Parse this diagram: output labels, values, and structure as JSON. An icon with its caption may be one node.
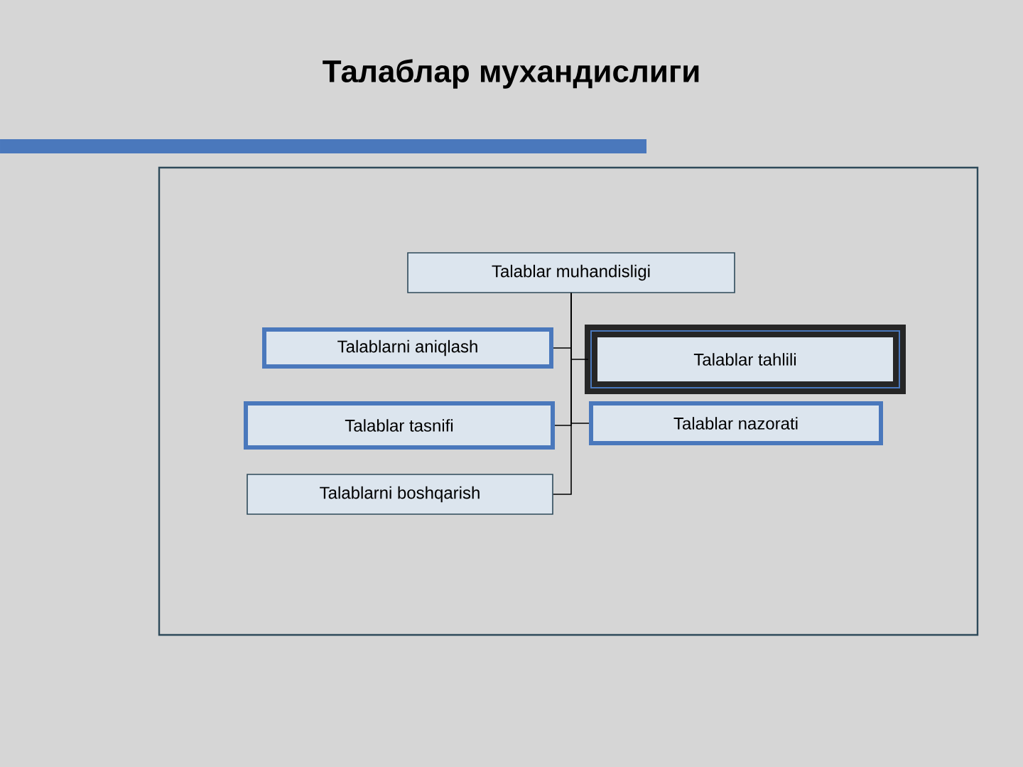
{
  "diagram": {
    "title": "Талаблар мухандислиги",
    "nodes": [
      {
        "text": [
          "Talablar muhandisligi"
        ]
      },
      {
        "text": [
          "Talablarni aniqlash"
        ]
      },
      {
        "text": [
          "Talablar tahlili"
        ]
      },
      {
        "text": [
          "Talablar tasnifi"
        ]
      },
      {
        "text": [
          "Talablar nazorati"
        ]
      },
      {
        "text": [
          "Talablarni boshqarish"
        ]
      }
    ],
    "edges": [
      {
        "from": 0,
        "to": 1,
        "arrow": "none"
      },
      {
        "from": 0,
        "to": 2,
        "arrow": "none"
      },
      {
        "from": 0,
        "to": 3,
        "arrow": "none"
      },
      {
        "from": 0,
        "to": 4,
        "arrow": "none"
      },
      {
        "from": 0,
        "to": 5,
        "arrow": "none"
      }
    ]
  }
}
